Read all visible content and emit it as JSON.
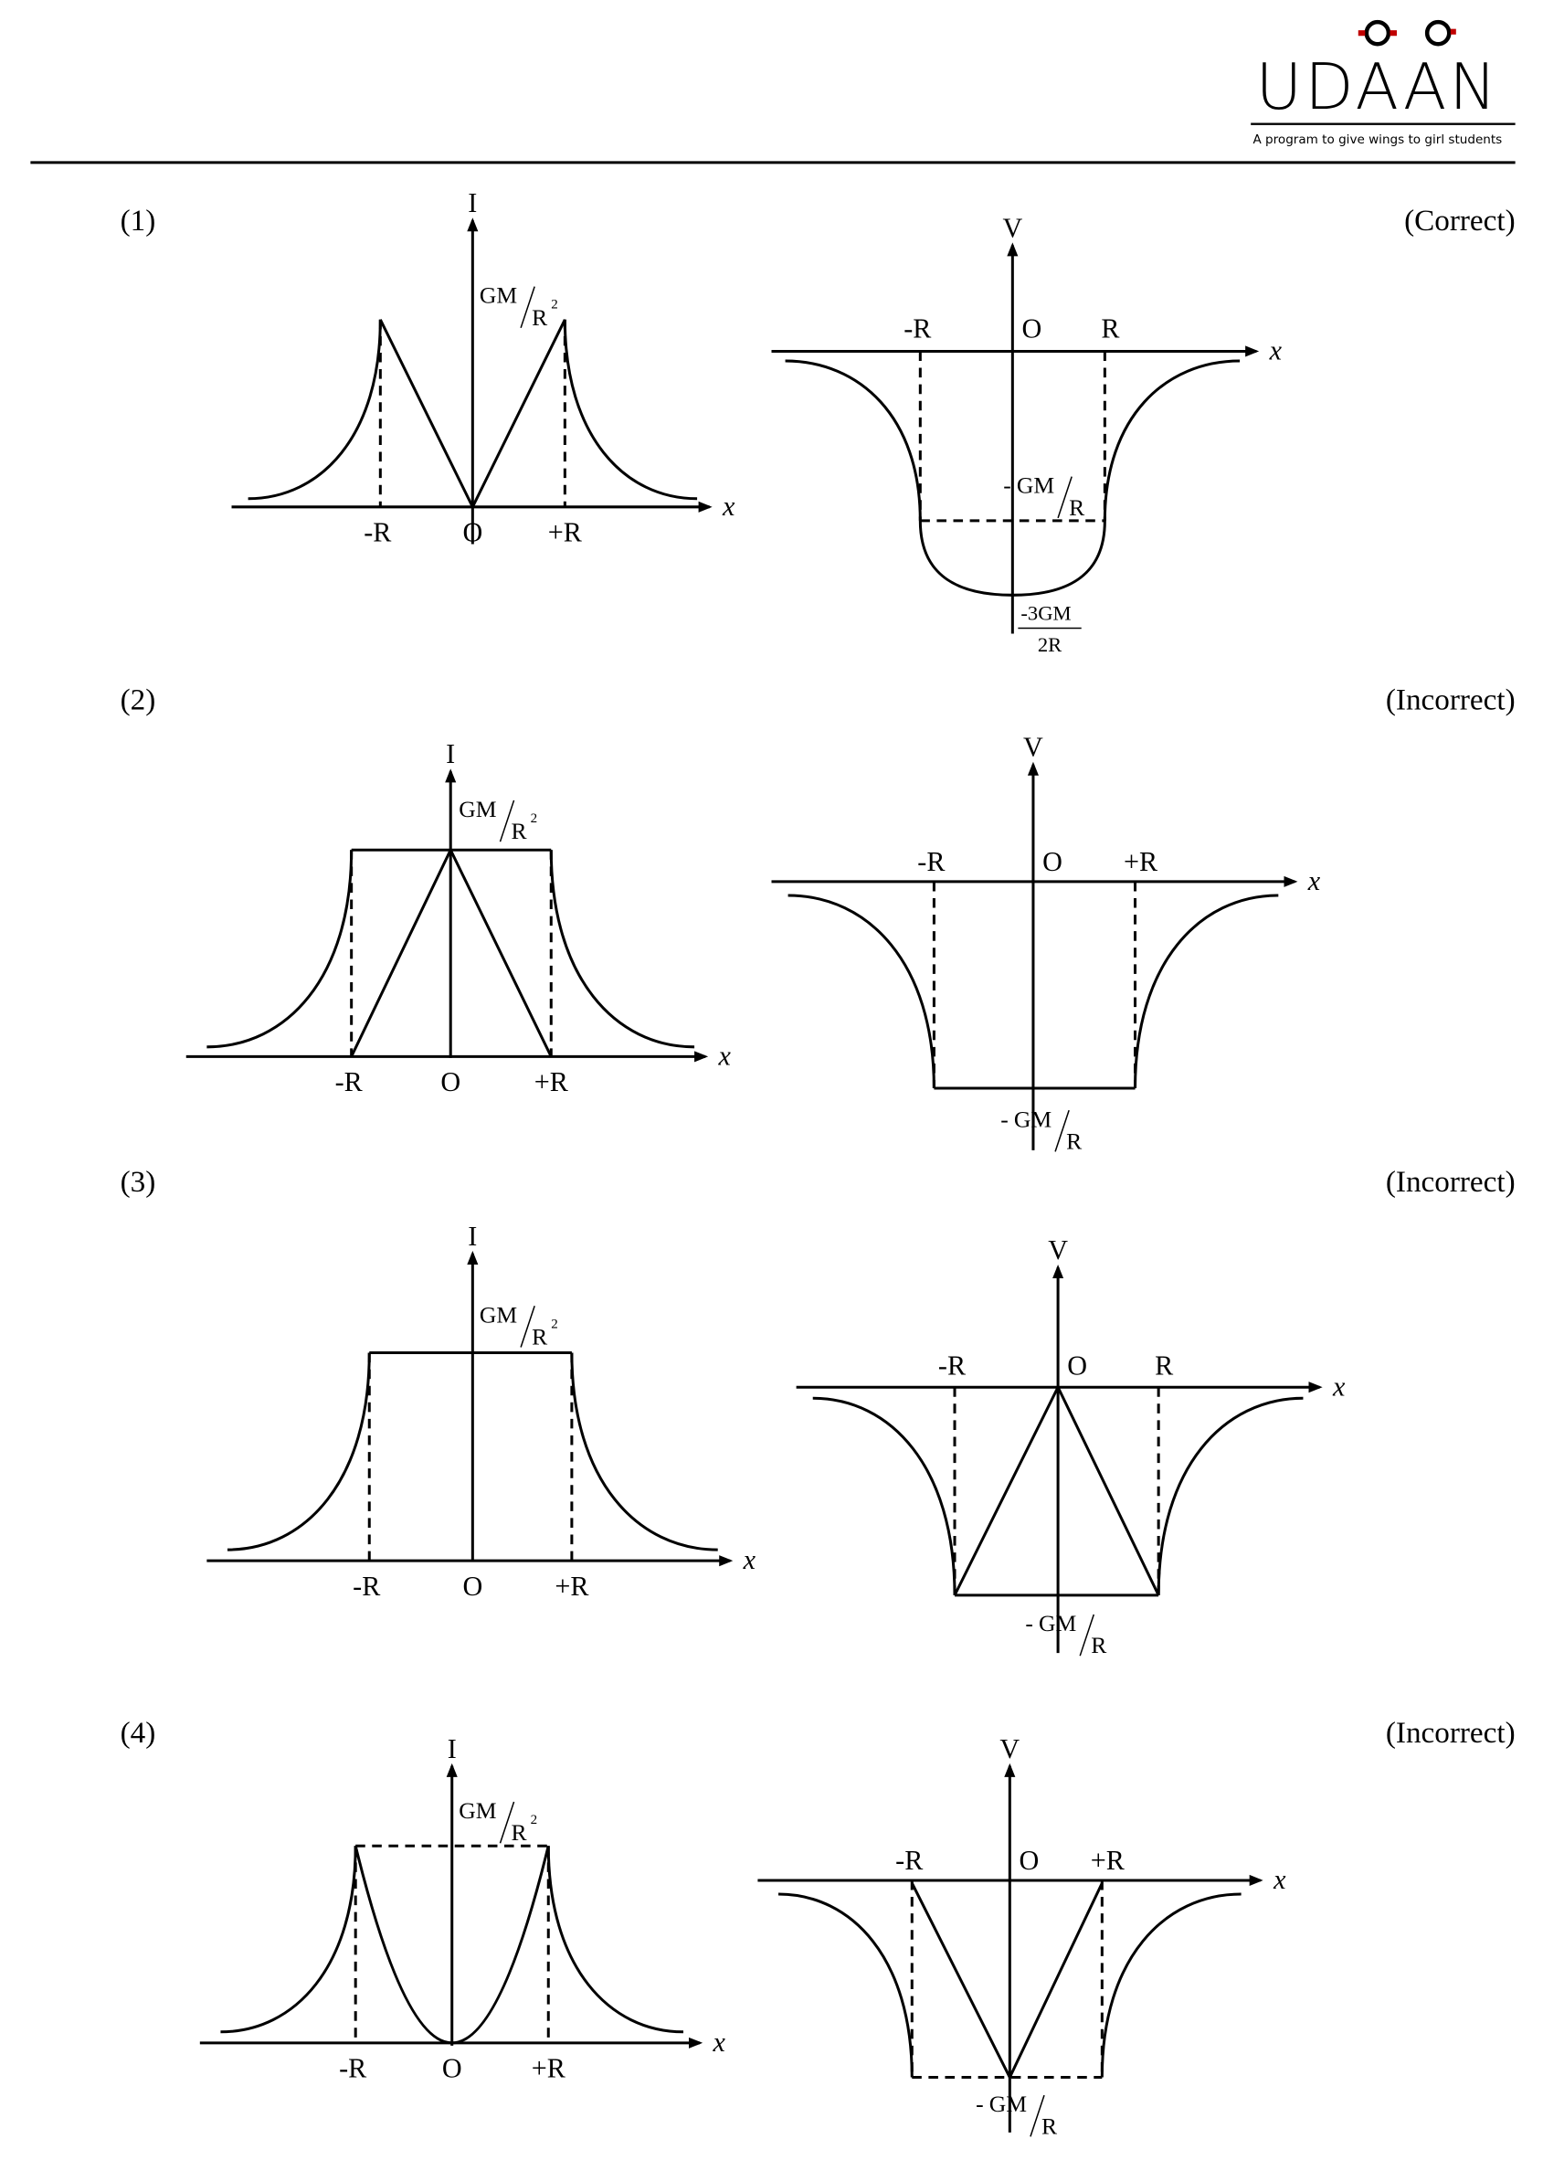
{
  "header": {
    "logo_text": "UDAAN",
    "tagline": "A program to give wings to girl students"
  },
  "options": [
    {
      "number": "(1)",
      "verdict": "(Correct)",
      "field_graph": {
        "y_label": "I",
        "x_label": "x",
        "ticks": [
          "-R",
          "O",
          "+R"
        ],
        "value": {
          "num": "GM",
          "den": "R",
          "exp": "2"
        }
      },
      "potential_graph": {
        "y_label": "V",
        "x_label": "x",
        "ticks": [
          "-R",
          "O",
          "R"
        ],
        "value": {
          "sign": "-",
          "num": "GM",
          "den": "R"
        },
        "min_value": {
          "num": "-3GM",
          "den": "2R"
        }
      }
    },
    {
      "number": "(2)",
      "verdict": "(Incorrect)",
      "field_graph": {
        "y_label": "I",
        "x_label": "x",
        "ticks": [
          "-R",
          "O",
          "+R"
        ],
        "value": {
          "num": "GM",
          "den": "R",
          "exp": "2"
        }
      },
      "potential_graph": {
        "y_label": "V",
        "x_label": "x",
        "ticks": [
          "-R",
          "O",
          "+R"
        ],
        "value": {
          "sign": "-",
          "num": "GM",
          "den": "R"
        }
      }
    },
    {
      "number": "(3)",
      "verdict": "(Incorrect)",
      "field_graph": {
        "y_label": "I",
        "x_label": "x",
        "ticks": [
          "-R",
          "O",
          "+R"
        ],
        "value": {
          "num": "GM",
          "den": "R",
          "exp": "2"
        }
      },
      "potential_graph": {
        "y_label": "V",
        "x_label": "x",
        "ticks": [
          "-R",
          "O",
          "R"
        ],
        "value": {
          "sign": "-",
          "num": "GM",
          "den": "R"
        }
      }
    },
    {
      "number": "(4)",
      "verdict": "(Incorrect)",
      "field_graph": {
        "y_label": "I",
        "x_label": "x",
        "ticks": [
          "-R",
          "O",
          "+R"
        ],
        "value": {
          "num": "GM",
          "den": "R",
          "exp": "2"
        }
      },
      "potential_graph": {
        "y_label": "V",
        "x_label": "x",
        "ticks": [
          "-R",
          "O",
          "+R"
        ],
        "value": {
          "sign": "-",
          "num": "GM",
          "den": "R"
        }
      }
    }
  ]
}
